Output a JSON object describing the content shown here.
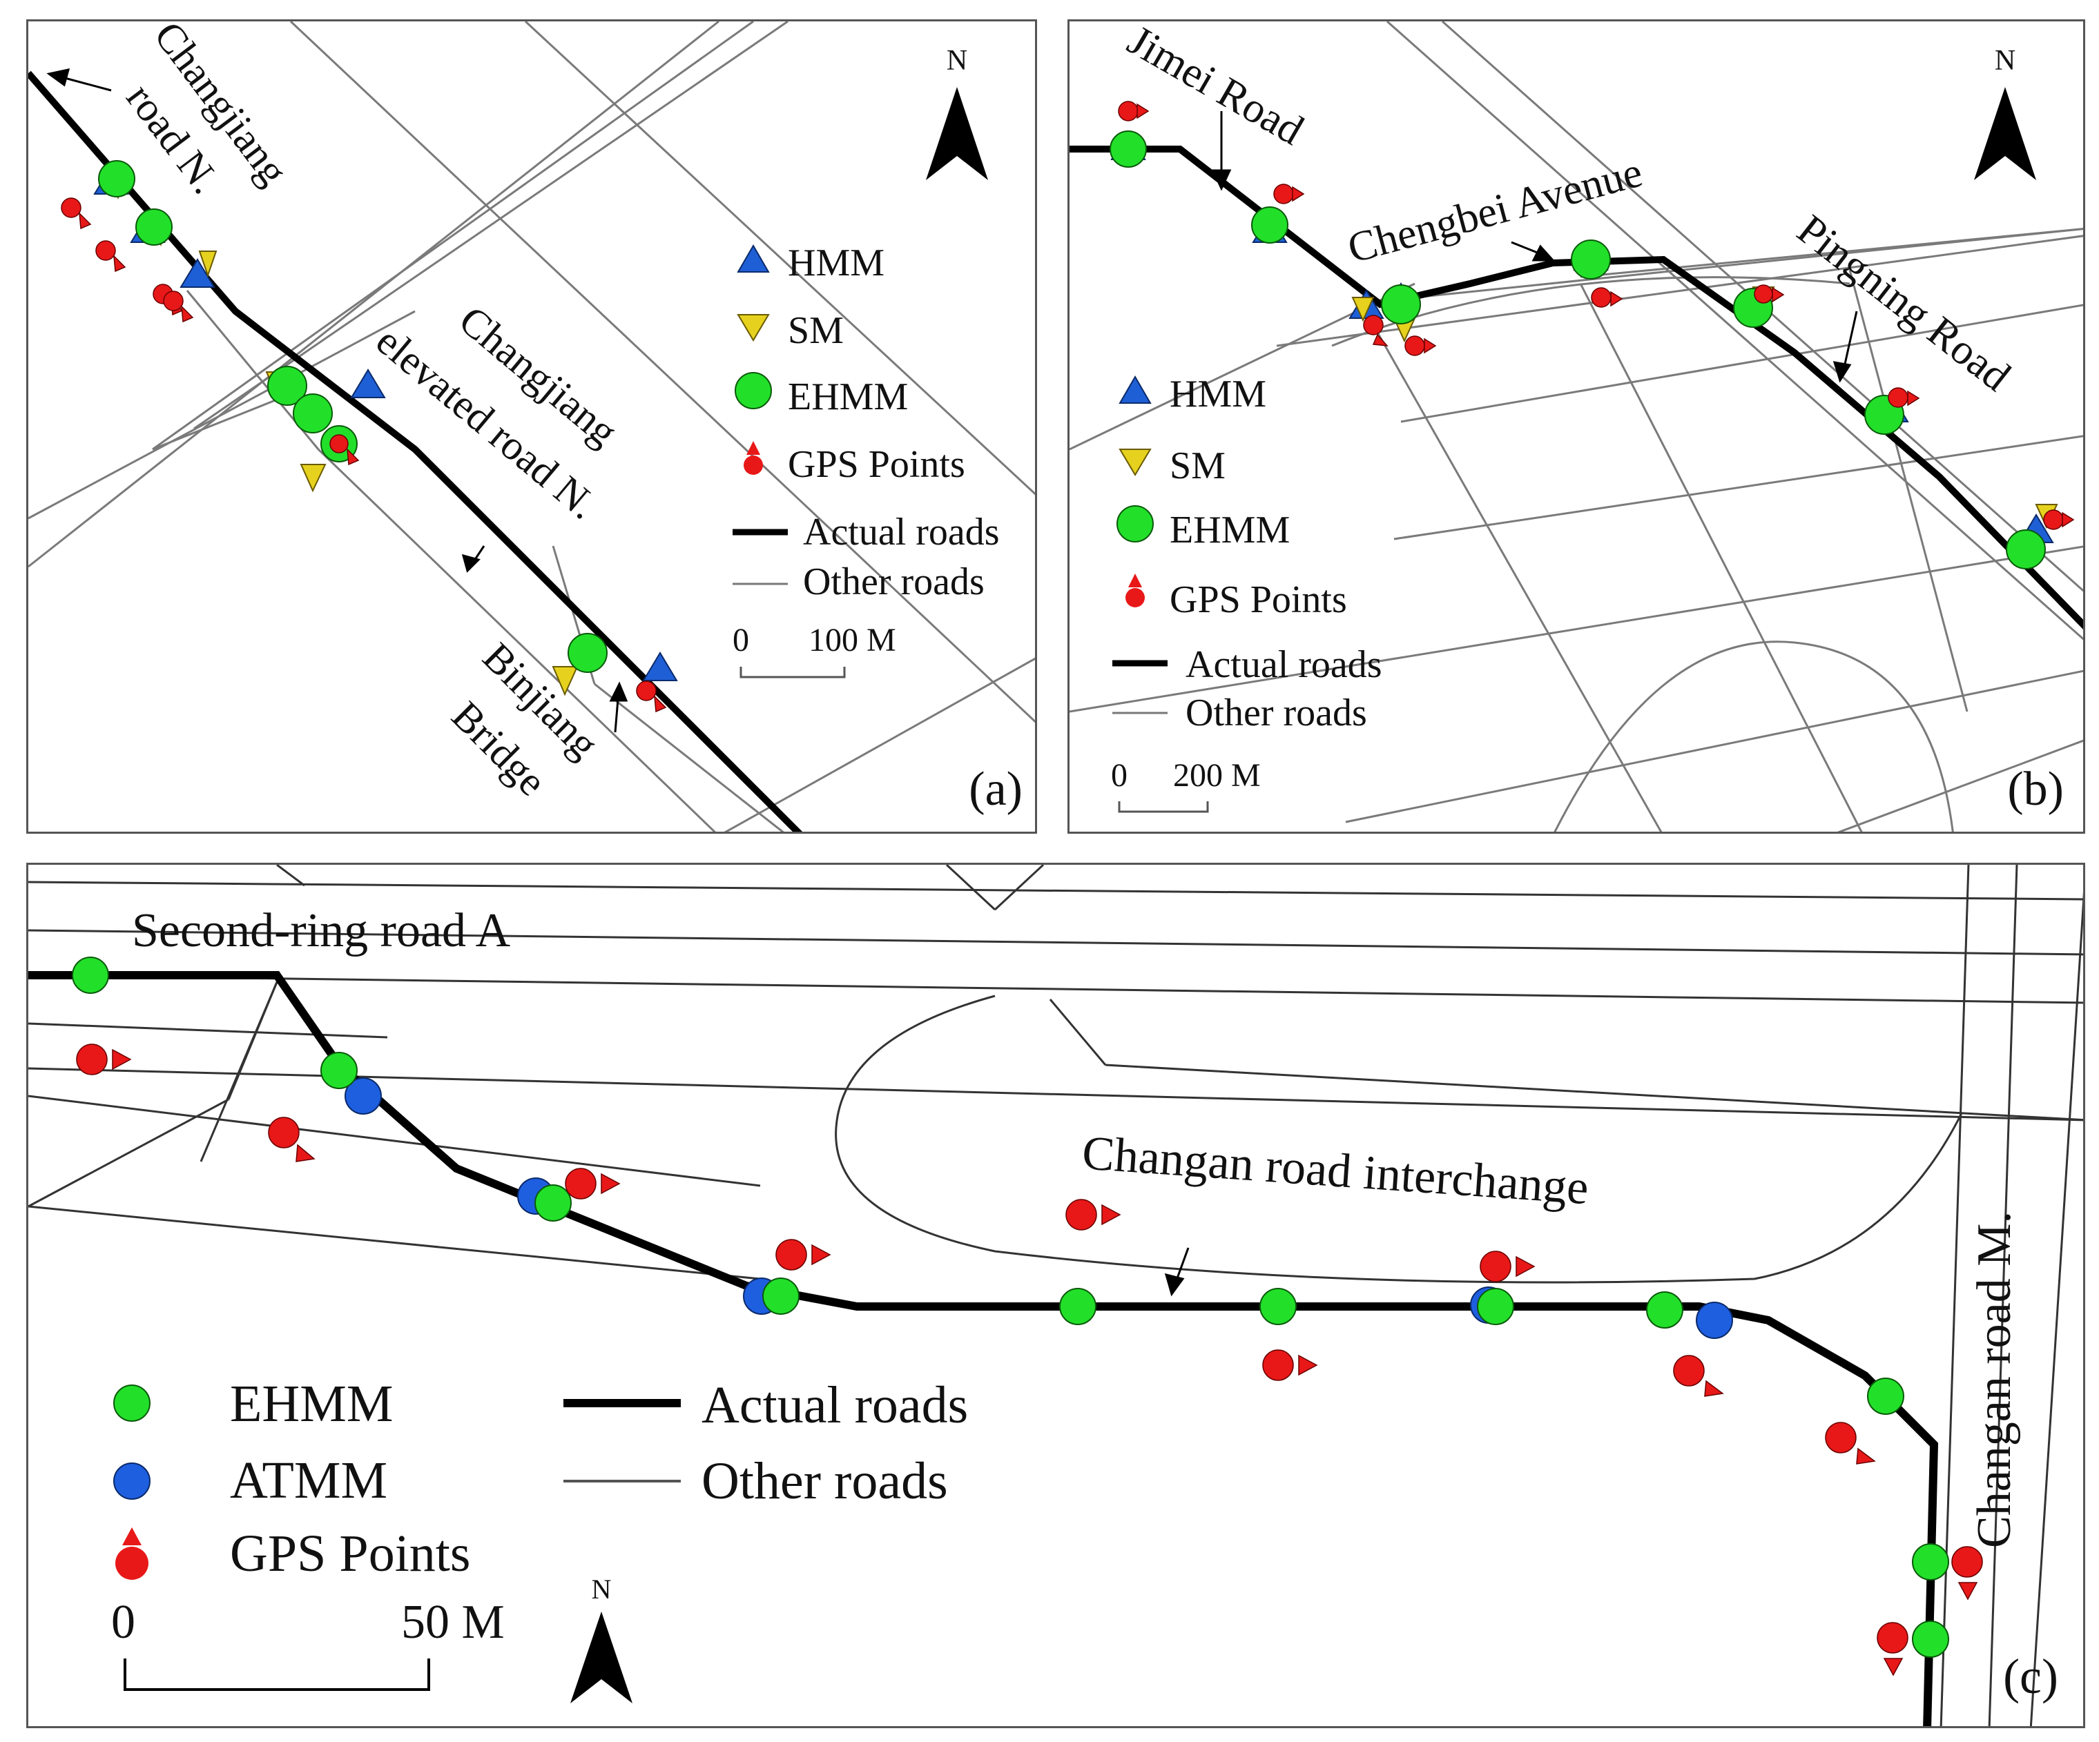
{
  "panels": {
    "a": {
      "tag": "(a)",
      "north": "N",
      "labels": {
        "changjiang_road_n_1": "Changjiang",
        "changjiang_road_n_2": "road N.",
        "elevated_1": "Changjiang",
        "elevated_2": "elevated road N.",
        "binjiang_1": "Binjiang",
        "binjiang_2": "Bridge"
      },
      "legend": [
        "HMM",
        "SM",
        "EHMM",
        "GPS Points",
        "Actual roads",
        "Other roads"
      ],
      "scale": {
        "zero": "0",
        "length": "100 M"
      }
    },
    "b": {
      "tag": "(b)",
      "north": "N",
      "labels": {
        "jimei": "Jimei Road",
        "chengbei": "Chengbei Avenue",
        "pingning": "Pingning Road"
      },
      "legend": [
        "HMM",
        "SM",
        "EHMM",
        "GPS Points",
        "Actual roads",
        "Other roads"
      ],
      "scale": {
        "zero": "0",
        "length": "200 M"
      }
    },
    "c": {
      "tag": "(c)",
      "north": "N",
      "labels": {
        "second_ring": "Second-ring road A",
        "interchange": "Changan road interchange",
        "changan_m": "Changan road M."
      },
      "legend": [
        "EHMM",
        "ATMM",
        "GPS Points",
        "Actual roads",
        "Other roads"
      ],
      "scale": {
        "zero": "0",
        "length": "50 M"
      }
    }
  },
  "colors": {
    "hmm": "#1f5fd6",
    "sm": "#e6d21e",
    "ehmm": "#22e02a",
    "atmm": "#1e5fe0",
    "gps": "#e81818",
    "actual_road": "#000000",
    "other_road": "#777777"
  }
}
